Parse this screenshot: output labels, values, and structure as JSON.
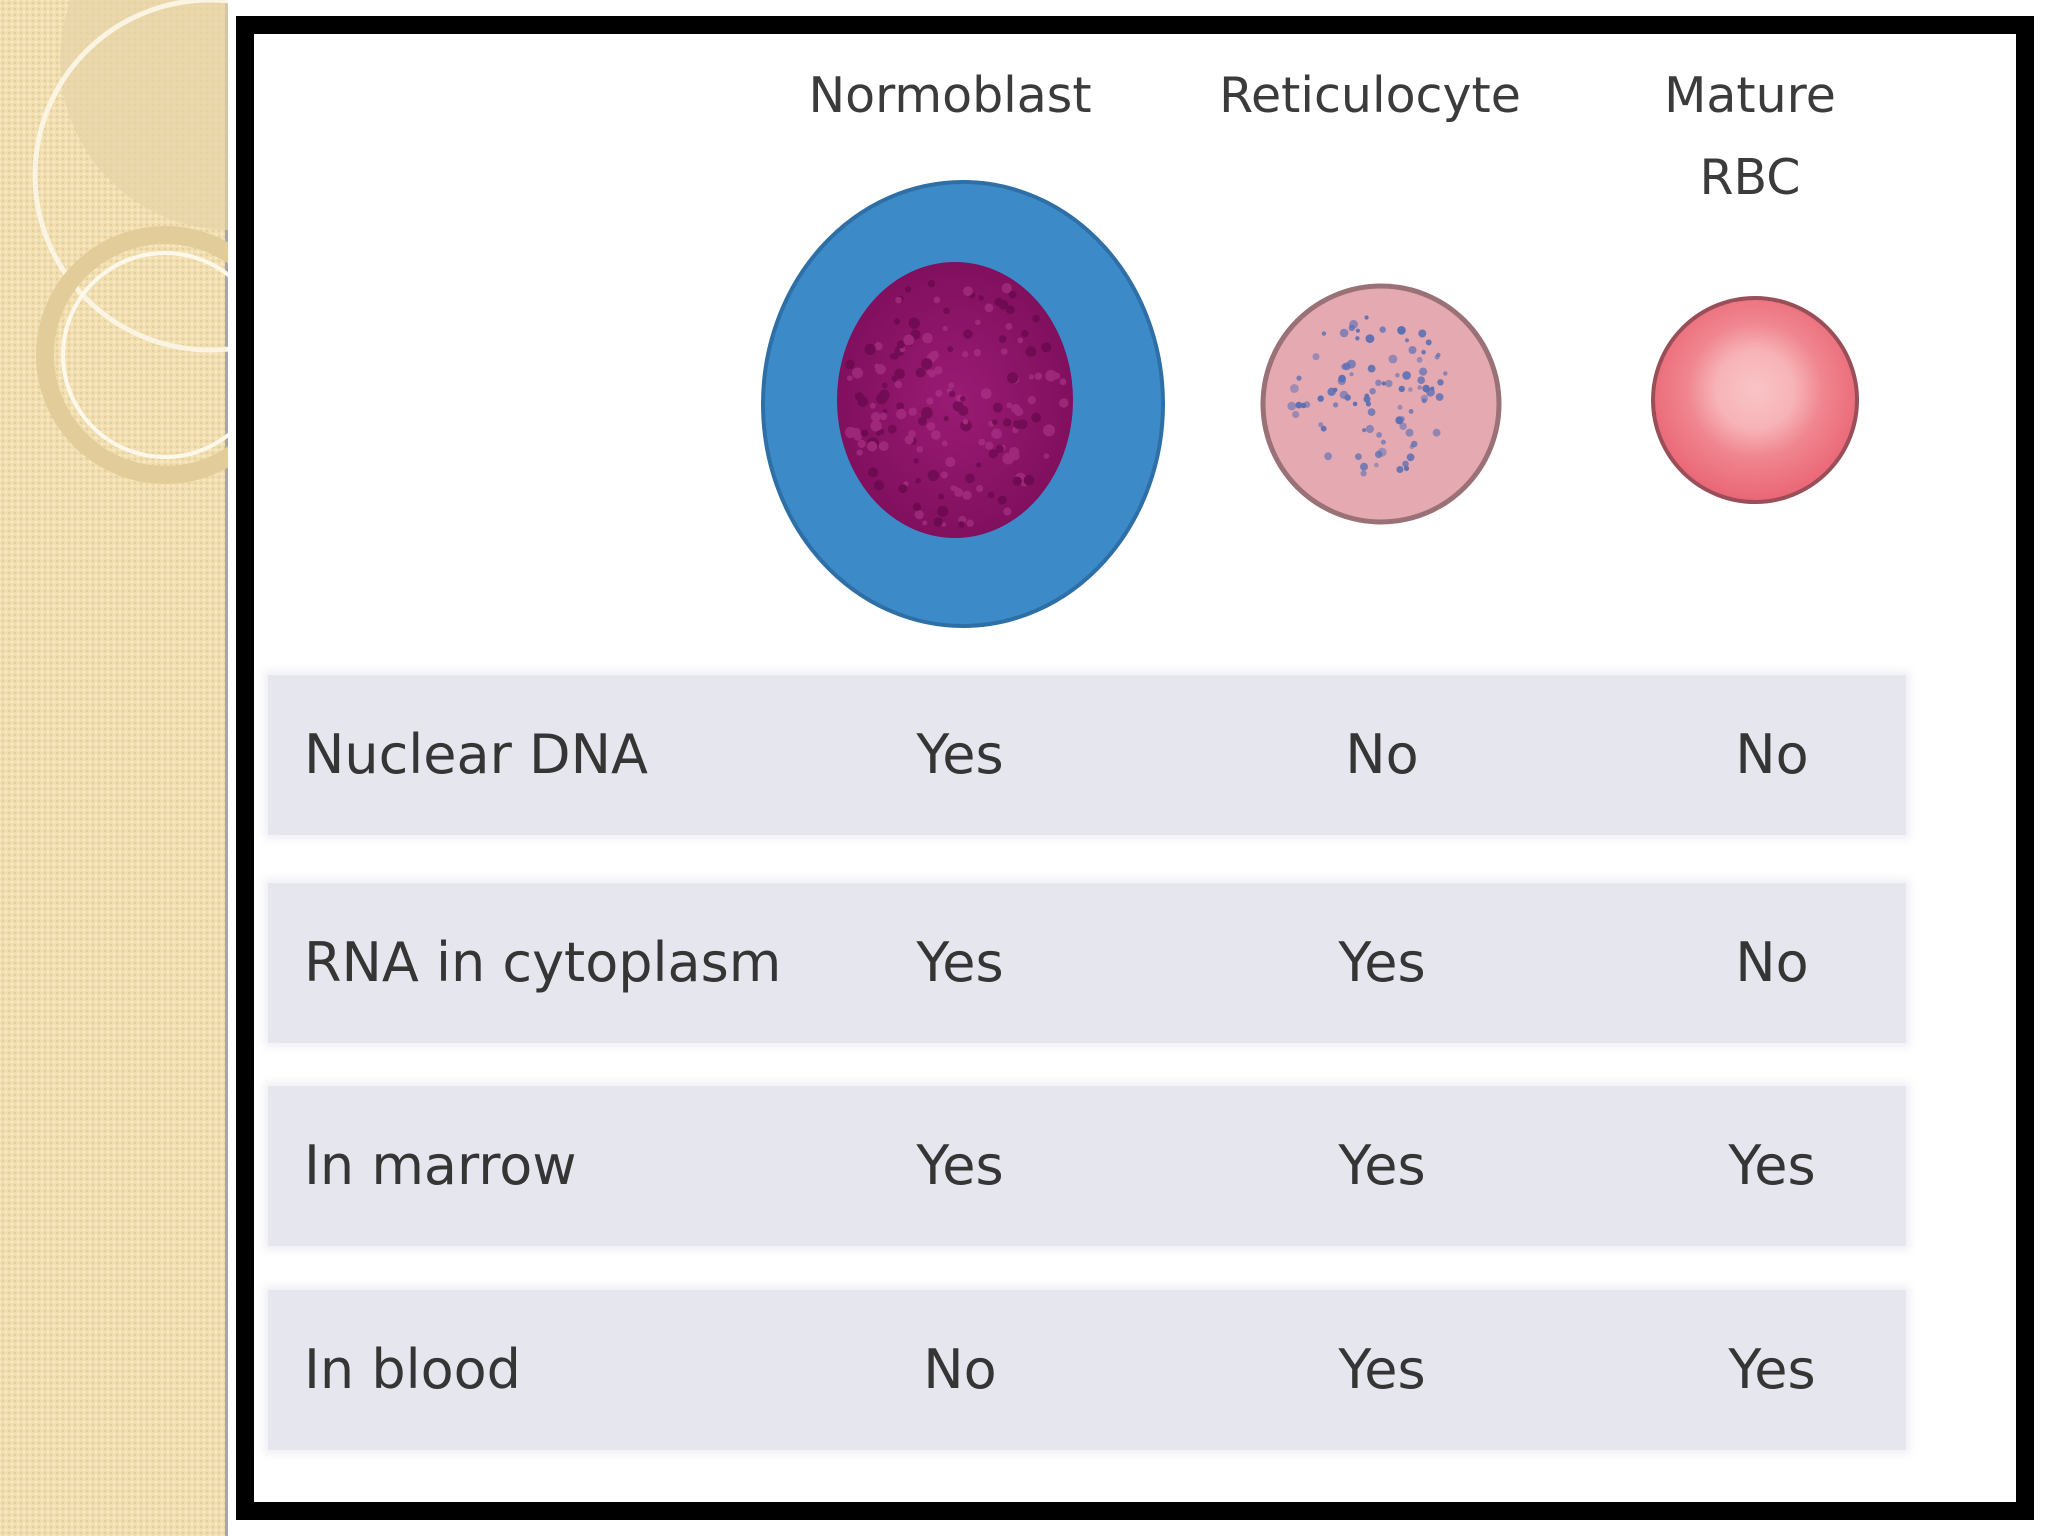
{
  "columns": [
    {
      "label": "Normoblast"
    },
    {
      "label": "Reticulocyte"
    },
    {
      "label": "Mature\nRBC"
    }
  ],
  "rows": [
    {
      "label": "Nuclear DNA",
      "values": [
        "Yes",
        "No",
        "No"
      ]
    },
    {
      "label": "RNA in cytoplasm",
      "values": [
        "Yes",
        "Yes",
        "No"
      ]
    },
    {
      "label": "In marrow",
      "values": [
        "Yes",
        "Yes",
        "Yes"
      ]
    },
    {
      "label": "In blood",
      "values": [
        "No",
        "Yes",
        "Yes"
      ]
    }
  ],
  "colors": {
    "normoblast_cytoplasm": "#3d8ac8",
    "normoblast_nucleus": "#8a1466",
    "reticulocyte_body": "#e5a9b1",
    "reticulocyte_rna": "#5a6fb4",
    "mature_rbc_body": "#ec6f7c",
    "mature_rbc_center": "#f7b8bb",
    "side_panel": "#f1deb0",
    "table_row": "#e6e6ee"
  }
}
